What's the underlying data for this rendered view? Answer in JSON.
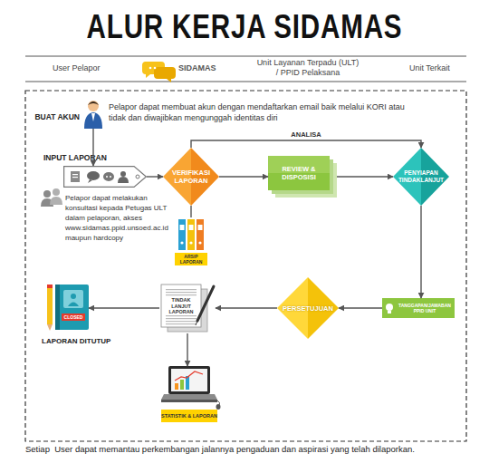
{
  "diagram": {
    "title": "ALUR KERJA SIDAMAS",
    "caption": "Setiap  User dapat memantau perkembangan jalannya pengaduan dan aspirasi yang telah dilaporkan.",
    "nodes": [
      {
        "text": [
          "BUAT AKUN",
          "Pelapor dapat membuat akun dengan mendaftarkan email baik melalui KORI atau tidak dan diwajibkan mengunggah identitas diri"
        ]
      },
      {
        "text": [
          "INPUT LAPORAN",
          "Pelapor dapat melakukan konsultasi kepada Petugas ULT dalam pelaporan, akses www.sidamas.ppid.unsoed.ac.id maupun hardcopy"
        ]
      },
      {
        "text": [
          "VERIFIKASI LAPORAN"
        ]
      },
      {
        "text": [
          "ARSIP LAPORAN"
        ]
      },
      {
        "text": [
          "REVIEW & DISPOSISI"
        ]
      },
      {
        "text": [
          "PENYIAPAN TINDAKLANJUT"
        ]
      },
      {
        "text": [
          "TANGGAPAN/JAWABAN PPID UNIT"
        ]
      },
      {
        "text": [
          "PERSETUJUAN"
        ]
      },
      {
        "text": [
          "TINDAK LANJUT LAPORAN"
        ]
      },
      {
        "text": [
          "CLOSED",
          "LAPORAN DITUTUP"
        ]
      },
      {
        "text": [
          "STATISTIK & LAPORAN"
        ]
      }
    ],
    "edges": [
      {
        "from": 0,
        "to": 1,
        "arrow": "to"
      },
      {
        "from": 1,
        "to": 2,
        "arrow": "to"
      },
      {
        "from": 2,
        "to": 3,
        "arrow": "none"
      },
      {
        "from": 2,
        "to": 4,
        "arrow": "to"
      },
      {
        "from": 4,
        "to": 5,
        "arrow": "to"
      },
      {
        "from": 2,
        "to": 5,
        "label": "ANALISA",
        "arrow": "to"
      },
      {
        "from": 5,
        "to": 6,
        "arrow": "to"
      },
      {
        "from": 6,
        "to": 7,
        "arrow": "to"
      },
      {
        "from": 7,
        "to": 8,
        "arrow": "to"
      },
      {
        "from": 8,
        "to": 9,
        "arrow": "to"
      },
      {
        "from": 8,
        "to": 10,
        "arrow": "to"
      }
    ],
    "labels": [
      "User Pelapor",
      "SIDAMAS",
      "Unit Layanan Terpadu (ULT) / PPID Pelaksana",
      "Unit Terkait"
    ]
  }
}
